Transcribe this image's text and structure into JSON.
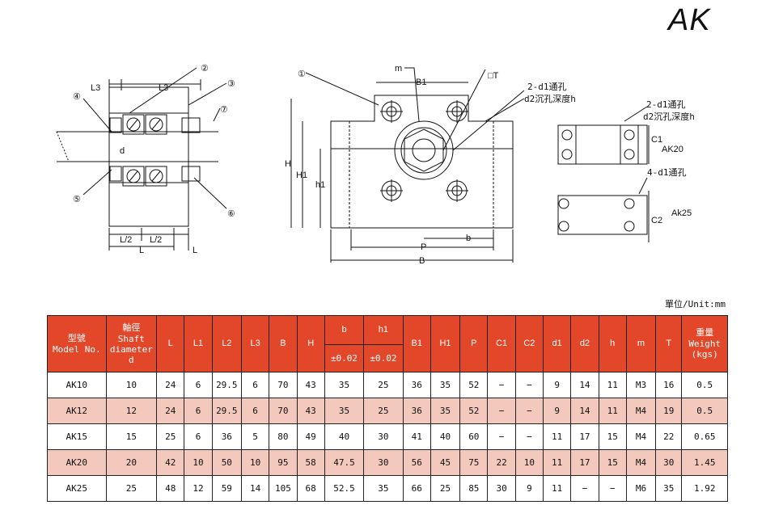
{
  "header": {
    "series": "AK"
  },
  "drawing": {
    "balloons": [
      "①",
      "②",
      "③",
      "④",
      "⑤",
      "⑥",
      "⑦"
    ],
    "dims": {
      "L3": "L3",
      "L3b": "L3",
      "L": "L",
      "L_right": "L",
      "L2a": "L/2",
      "L2b": "L/2",
      "m": "m",
      "B1": "B1",
      "T": "□T",
      "H": "H",
      "H1": "H1",
      "h1": "h1",
      "b": "b",
      "P": "P",
      "B": "B",
      "d": "d"
    },
    "notes": {
      "front_hole": "2-d1通孔",
      "front_cb": "d2沉孔深度h",
      "side_hole": "2-d1通孔",
      "side_cb": "d2沉孔深度h",
      "ak20": "AK20",
      "ak25_hole": "4-d1通孔",
      "ak25": "Ak25",
      "c1": "C1",
      "c2": "C2"
    }
  },
  "unit_label": "單位/Unit:mm",
  "table": {
    "headers": {
      "model": [
        "型號",
        "Model No."
      ],
      "shaft": [
        "軸徑",
        "Shaft",
        "diameter",
        "d"
      ],
      "L": "L",
      "L1": "L1",
      "L2": "L2",
      "L3": "L3",
      "B": "B",
      "H": "H",
      "b": "b",
      "b_tol": "±0.02",
      "h1": "h1",
      "h1_tol": "±0.02",
      "B1": "B1",
      "H1": "H1",
      "P": "P",
      "C1": "C1",
      "C2": "C2",
      "d1": "d1",
      "d2": "d2",
      "h": "h",
      "m": "m",
      "T": "T",
      "weight": [
        "重量",
        "Weight",
        "(kgs)"
      ]
    },
    "rows": [
      [
        "AK10",
        "10",
        "24",
        "6",
        "29.5",
        "6",
        "70",
        "43",
        "35",
        "25",
        "36",
        "35",
        "52",
        "−",
        "−",
        "9",
        "14",
        "11",
        "M3",
        "16",
        "0.5"
      ],
      [
        "AK12",
        "12",
        "24",
        "6",
        "29.5",
        "6",
        "70",
        "43",
        "35",
        "25",
        "36",
        "35",
        "52",
        "−",
        "−",
        "9",
        "14",
        "11",
        "M4",
        "19",
        "0.5"
      ],
      [
        "AK15",
        "15",
        "25",
        "6",
        "36",
        "5",
        "80",
        "49",
        "40",
        "30",
        "41",
        "40",
        "60",
        "−",
        "−",
        "11",
        "17",
        "15",
        "M4",
        "22",
        "0.65"
      ],
      [
        "AK20",
        "20",
        "42",
        "10",
        "50",
        "10",
        "95",
        "58",
        "47.5",
        "30",
        "56",
        "45",
        "75",
        "22",
        "10",
        "11",
        "17",
        "15",
        "M4",
        "30",
        "1.45"
      ],
      [
        "AK25",
        "25",
        "48",
        "12",
        "59",
        "14",
        "105",
        "68",
        "52.5",
        "35",
        "66",
        "25",
        "85",
        "30",
        "9",
        "11",
        "−",
        "−",
        "M6",
        "35",
        "1.92"
      ]
    ]
  },
  "colors": {
    "header_bg": "#e3472a",
    "stripe": "#f3c9bd",
    "line": "#111111"
  }
}
